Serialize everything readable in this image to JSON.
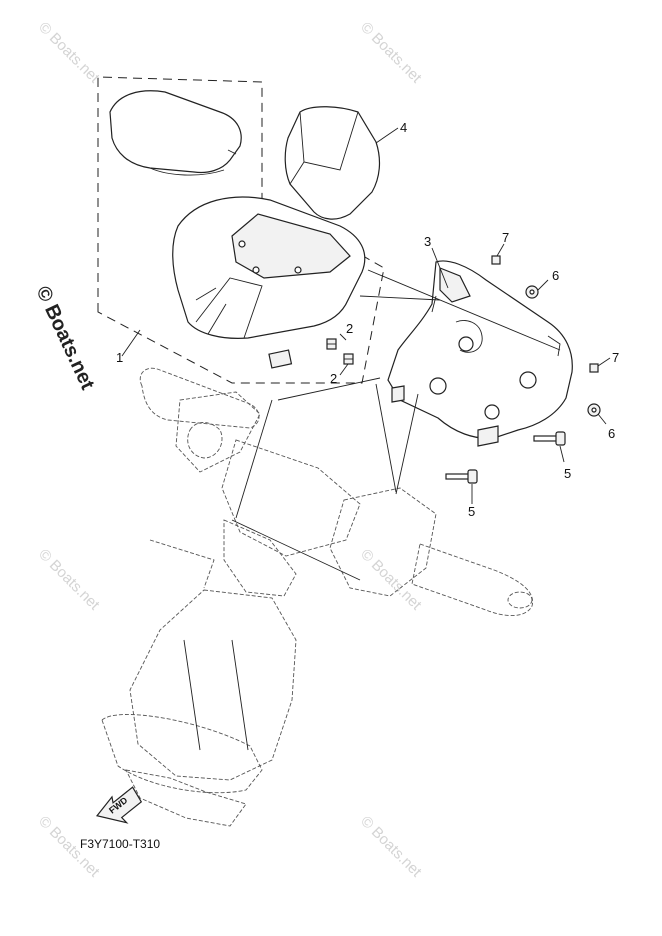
{
  "diagram": {
    "callouts": [
      {
        "id": "c1",
        "label": "1"
      },
      {
        "id": "c2a",
        "label": "2"
      },
      {
        "id": "c2b",
        "label": "2"
      },
      {
        "id": "c3",
        "label": "3"
      },
      {
        "id": "c4",
        "label": "4"
      },
      {
        "id": "c5a",
        "label": "5"
      },
      {
        "id": "c5b",
        "label": "5"
      },
      {
        "id": "c6a",
        "label": "6"
      },
      {
        "id": "c6b",
        "label": "6"
      },
      {
        "id": "c7a",
        "label": "7"
      },
      {
        "id": "c7b",
        "label": "7"
      }
    ],
    "drawing_code": "F3Y7100-T310",
    "fwd_label": "FWD"
  },
  "watermark": {
    "text": "© Boats.net",
    "side_text": "© Boats.net",
    "color": "#d4d4d4"
  }
}
